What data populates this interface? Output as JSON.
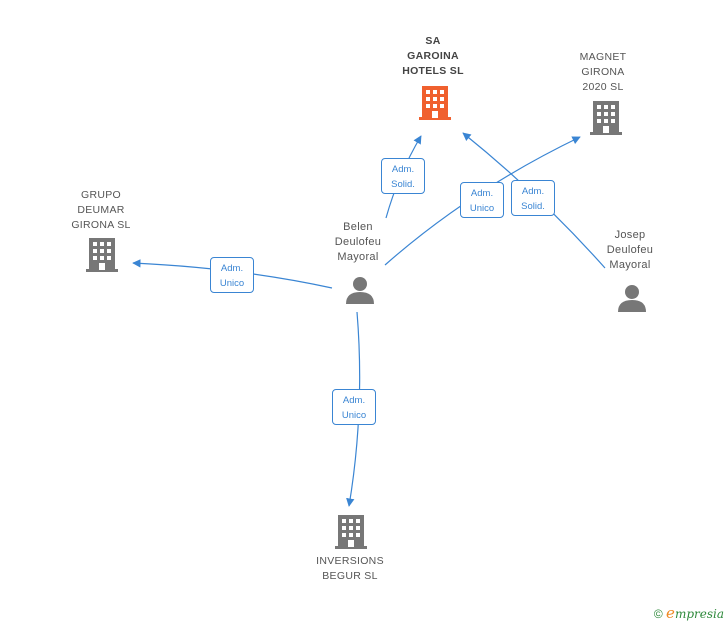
{
  "nodes": {
    "sa_garoina": {
      "label": "SA\nGAROINA\nHOTELS  SL",
      "color": "#f0602e"
    },
    "magnet_girona": {
      "label": "MAGNET\nGIRONA\n2020  SL",
      "color": "#777777"
    },
    "grupo_deumar": {
      "label": "GRUPO\nDEUMAR\nGIRONA  SL",
      "color": "#777777"
    },
    "inversions_begur": {
      "label": "INVERSIONS\nBEGUR  SL",
      "color": "#777777"
    },
    "belen": {
      "label": "Belen\nDeulofeu\nMayoral",
      "color": "#777777"
    },
    "josep": {
      "label": "Josep\nDeulofeu\nMayoral",
      "color": "#777777"
    }
  },
  "edges": {
    "belen_sa": "Adm.\nSolid.",
    "belen_magnet": "Adm.\nUnico",
    "josep_sa": "Adm.\nSolid.",
    "belen_grupo": "Adm.\nUnico",
    "belen_inversions": "Adm.\nUnico"
  },
  "colors": {
    "edge": "#3a85d3"
  },
  "footer": {
    "copyright": "©",
    "brand_e": "e",
    "brand_rest": "mpresia"
  }
}
